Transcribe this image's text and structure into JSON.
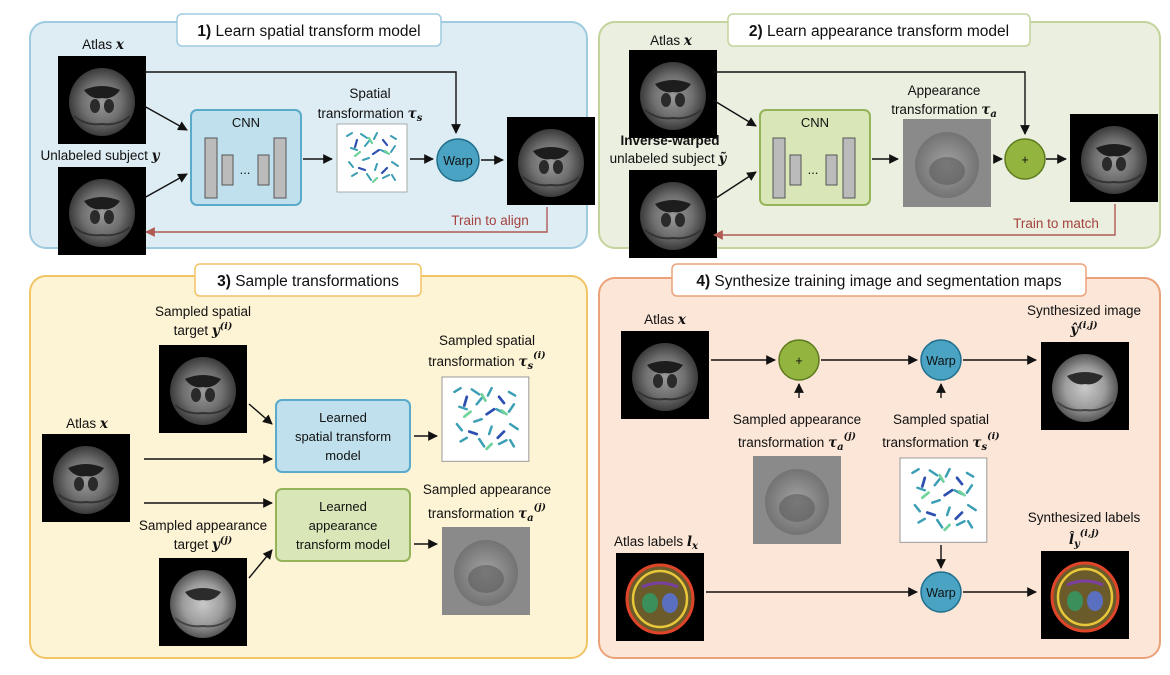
{
  "panels": {
    "p1": {
      "num": "1)",
      "title": " Learn spatial transform model",
      "atlas": "Atlas ",
      "atlas_var": "x",
      "subject": "Unlabeled subject ",
      "subject_var": "y",
      "cnn": "CNN",
      "ellipsis": "...",
      "spatial_l1": "Spatial",
      "spatial_l2": "transformation ",
      "spatial_var": "τ",
      "spatial_sub": "s",
      "warp": "Warp",
      "train": "Train to align"
    },
    "p2": {
      "num": "2)",
      "title": " Learn appearance transform model",
      "atlas": "Atlas ",
      "atlas_var": "x",
      "inv_l1": "Inverse-warped",
      "inv_l2": "unlabeled subject ",
      "inv_var": "ỹ",
      "cnn": "CNN",
      "ellipsis": "...",
      "app_l1": "Appearance",
      "app_l2": "transformation ",
      "app_var": "τ",
      "app_sub": "a",
      "plus": "+",
      "train": "Train to match"
    },
    "p3": {
      "num": "3)",
      "title": " Sample transformations",
      "sst_l1": "Sampled spatial",
      "sst_l2": "target ",
      "sst_var": "y",
      "sst_sup": "(i)",
      "atlas": "Atlas ",
      "atlas_var": "x",
      "sat_l1": "Sampled appearance",
      "sat_l2": "target ",
      "sat_var": "y",
      "sat_sup": "(j)",
      "lst_l1": "Learned",
      "lst_l2": "spatial transform",
      "lst_l3": "model",
      "lat_l1": "Learned",
      "lat_l2": "appearance",
      "lat_l3": "transform model",
      "sstr_l1": "Sampled spatial",
      "sstr_l2": "transformation ",
      "sstr_var": "τ",
      "sstr_sub": "s",
      "sstr_sup": "(i)",
      "satr_l1": "Sampled appearance",
      "satr_l2": "transformation ",
      "satr_var": "τ",
      "satr_sub": "a",
      "satr_sup": "(j)"
    },
    "p4": {
      "num": "4)",
      "title": " Synthesize training image and segmentation maps",
      "atlas": "Atlas ",
      "atlas_var": "x",
      "plus": "+",
      "warp1": "Warp",
      "warp2": "Warp",
      "synth_img": "Synthesized image",
      "synth_img_var": "ŷ",
      "synth_img_sup": "(i,j)",
      "sapp_l1": "Sampled appearance",
      "sapp_l2": "transformation ",
      "sapp_var": "τ",
      "sapp_sub": "a",
      "sapp_sup": "(j)",
      "ssp_l1": "Sampled spatial",
      "ssp_l2": "transformation ",
      "ssp_var": "τ",
      "ssp_sub": "s",
      "ssp_sup": "(i)",
      "labels": "Atlas labels ",
      "labels_var": "l",
      "labels_sub": "x",
      "synth_lab": "Synthesized labels",
      "synth_lab_var": "l̂",
      "synth_lab_sub": "y",
      "synth_lab_sup": "(i,j)"
    }
  },
  "colors": {
    "p1_bg": "#deedf3",
    "p1_border": "#9fcbe0",
    "p2_bg": "#ebefdf",
    "p2_border": "#c3d39c",
    "p3_bg": "#fdf3d5",
    "p3_border": "#f1c466",
    "p4_bg": "#fbe6d8",
    "p4_border": "#eba27a",
    "cnn_fill": "#bfe0ec",
    "cnn_stroke": "#5aaacb",
    "cnn2_fill": "#d8e6b8",
    "cnn2_stroke": "#95b45a",
    "warp_fill": "#4aa3c3",
    "plus_fill": "#93b43e",
    "train_arrow": "#b05a54"
  }
}
